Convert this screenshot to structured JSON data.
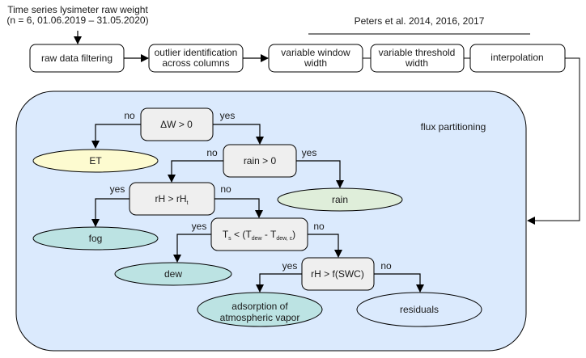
{
  "source": {
    "line1": "Time series lysimeter raw weight",
    "line2": "(n = 6, 01.06.2019 – 31.05.2020)"
  },
  "reference": "Peters et al. 2014, 2016, 2017",
  "pipeline": [
    {
      "id": "raw",
      "lines": [
        "raw data filtering"
      ]
    },
    {
      "id": "outlier",
      "lines": [
        "outlier identification",
        "across columns"
      ]
    },
    {
      "id": "window",
      "lines": [
        "variable window",
        "width"
      ]
    },
    {
      "id": "threshold",
      "lines": [
        "variable threshold",
        "width"
      ]
    },
    {
      "id": "interp",
      "lines": [
        "interpolation"
      ]
    }
  ],
  "container_label": "flux partitioning",
  "decisions": {
    "dw": {
      "text": "ΔW > 0"
    },
    "rain": {
      "text": "rain > 0"
    },
    "rh": {
      "main": "rH > rH",
      "sub": "t"
    },
    "ts": {
      "p1": "T",
      "s1": "s",
      "p2": " < (T",
      "s2": "dew",
      "p3": " - T",
      "s3": "dew, c",
      "p4": ")"
    },
    "swc": {
      "text": "rH > f(SWC)"
    }
  },
  "edge_labels": {
    "yes": "yes",
    "no": "no"
  },
  "outcomes": {
    "et": {
      "lines": [
        "ET"
      ],
      "color": "#fdfbd0"
    },
    "rain": {
      "lines": [
        "rain"
      ],
      "color": "#dfeeda"
    },
    "fog": {
      "lines": [
        "fog"
      ],
      "color": "#bce3e3"
    },
    "dew": {
      "lines": [
        "dew"
      ],
      "color": "#bce3e3"
    },
    "adsorption": {
      "lines": [
        "adsorption of",
        "atmospheric vapor"
      ],
      "color": "#bce3e3"
    },
    "residuals": {
      "lines": [
        "residuals"
      ],
      "color": "#dbeafd"
    }
  },
  "colors": {
    "container_fill": "#dbeafd",
    "decision_fill": "#efefef",
    "stroke": "#000000"
  }
}
